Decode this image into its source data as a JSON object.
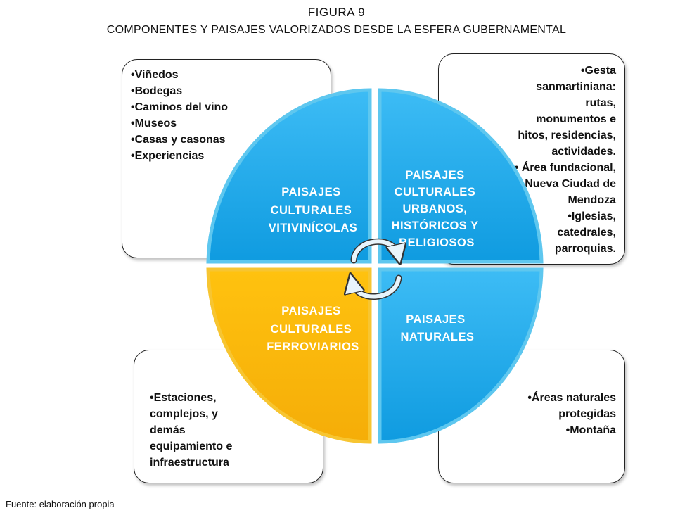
{
  "figure": {
    "number": "FIGURA 9",
    "title": "COMPONENTES Y PAISAJES VALORIZADOS DESDE LA ESFERA GUBERNAMENTAL"
  },
  "quadrants": {
    "top_left": {
      "lines": [
        "PAISAJES",
        "CULTURALES",
        "VITIVINÍCOLAS"
      ],
      "color": "#1AA7EC"
    },
    "top_right": {
      "lines": [
        "PAISAJES",
        "CULTURALES",
        "URBANOS,",
        "HISTÓRICOS Y",
        "RELIGIOSOS"
      ],
      "color": "#1AA7EC"
    },
    "bottom_left": {
      "lines": [
        "PAISAJES",
        "CULTURALES",
        "FERROVIARIOS"
      ],
      "color": "#FDB813"
    },
    "bottom_right": {
      "lines": [
        "PAISAJES",
        "NATURALES"
      ],
      "color": "#1AA7EC"
    }
  },
  "boxes": {
    "top_left": [
      "•Viñedos",
      "•Bodegas",
      "•Caminos del vino",
      "•Museos",
      "•Casas y casonas",
      "•Experiencias"
    ],
    "top_right": [
      "•Gesta",
      "sanmartiniana:",
      "rutas,",
      "monumentos e",
      "hitos, residencias,",
      "actividades.",
      "• Área fundacional,",
      "Nueva Ciudad de",
      "Mendoza",
      "•Iglesias,",
      "catedrales,",
      "parroquias."
    ],
    "bottom_left": [
      "•Estaciones,",
      "complejos, y",
      "demás",
      "equipamiento e",
      "infraestructura"
    ],
    "bottom_right": [
      "•Áreas naturales",
      "protegidas",
      "•Montaña"
    ]
  },
  "icons": {
    "center": "cycle-arrows-icon"
  },
  "source": "Fuente: elaboración propia"
}
